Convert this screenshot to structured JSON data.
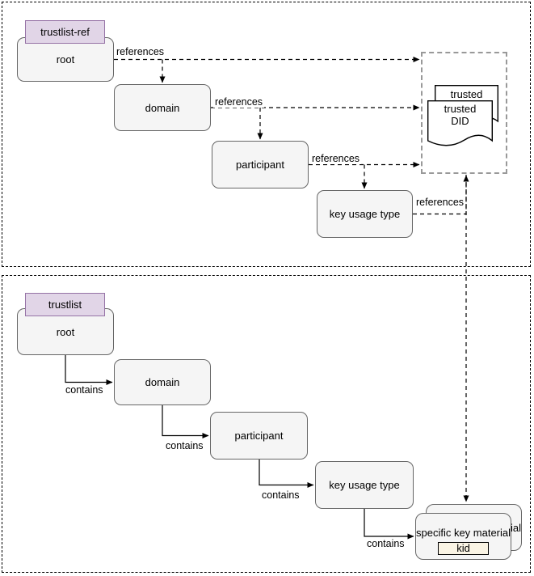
{
  "diagram": {
    "top_section": {
      "tag": "trustlist-ref",
      "edge_label": "references",
      "nodes": {
        "root": "root",
        "domain": "domain",
        "participant": "participant",
        "key_usage_type": "key usage type"
      },
      "trusted_documents": {
        "back_label": "trusted",
        "front_label_line1": "trusted",
        "front_label_line2": "DID"
      }
    },
    "bottom_section": {
      "tag": "trustlist",
      "edge_label": "contains",
      "nodes": {
        "root": "root",
        "domain": "domain",
        "participant": "participant",
        "key_usage_type": "key usage type",
        "specific_key_material": "specific key material",
        "kid": "kid"
      }
    },
    "colors": {
      "node_fill": "#f5f5f5",
      "node_border": "#666666",
      "tag_fill": "#e1d5e7",
      "tag_border": "#9673a6",
      "kid_fill": "#faf4e4",
      "did_container_border": "#999999",
      "connector": "#000000",
      "section_border": "#000000"
    }
  }
}
